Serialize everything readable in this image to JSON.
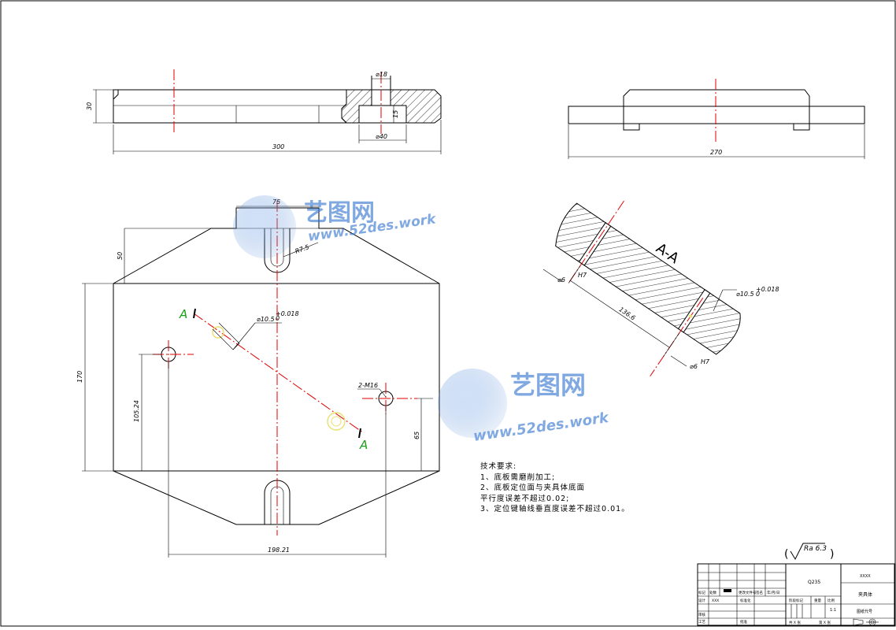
{
  "drawing": {
    "dimensions": {
      "top_view_height": "30",
      "top_view_length": "300",
      "hole_dia": "⌀18",
      "counterbore_dia": "⌀40",
      "counterbore_depth": "15",
      "side_view_length": "270",
      "slot_width": "75",
      "slot_radius": "R7.5",
      "top_offset": "50",
      "plate_height": "170",
      "hole_offset": "105.24",
      "right_offset": "65",
      "hole_spacing": "198.21",
      "thread": "2-M16",
      "pin_hole": "⌀10.5",
      "pin_tol_upper": "+0.018",
      "pin_tol_lower": "0",
      "section_length": "136.6",
      "section_small_hole": "⌀6",
      "section_small_tol": "H7"
    },
    "section_label": "A-A",
    "section_marker": "A",
    "surface_finish": "Ra 6.3",
    "technical_requirements": {
      "heading": "技术要求:",
      "items": [
        "1、底板需磨削加工;",
        "2、底板定位面与夹具体底面",
        "平行度误差不超过0.02;",
        "3、定位键轴线垂直度误差不超过0.01。"
      ]
    }
  },
  "title_block": {
    "material": "Q235",
    "company": "XXXX",
    "part_name": "夹具体",
    "drawing_no_label": "图纸代号",
    "scale": "1:1",
    "row_labels": [
      "标记",
      "处数",
      "分区",
      "更改文件号",
      "签名",
      "年/月/日"
    ],
    "designer_label": "设计",
    "designer": "XXX",
    "standardize_label": "标准化",
    "review_label": "审核",
    "process_label": "工艺",
    "approve_label": "批准",
    "stage_label": "阶段标记",
    "weight_label": "重量",
    "scale_label": "比例",
    "sheets_total": "共 X 张",
    "sheet_no": "第 X 张"
  },
  "watermark": {
    "title": "艺图网",
    "url": "www.52des.work"
  },
  "colors": {
    "centerline": "#e00000",
    "marker": "#1a9e1a",
    "watermark": "#3a78d0",
    "pin_hole": "#e8e070"
  }
}
